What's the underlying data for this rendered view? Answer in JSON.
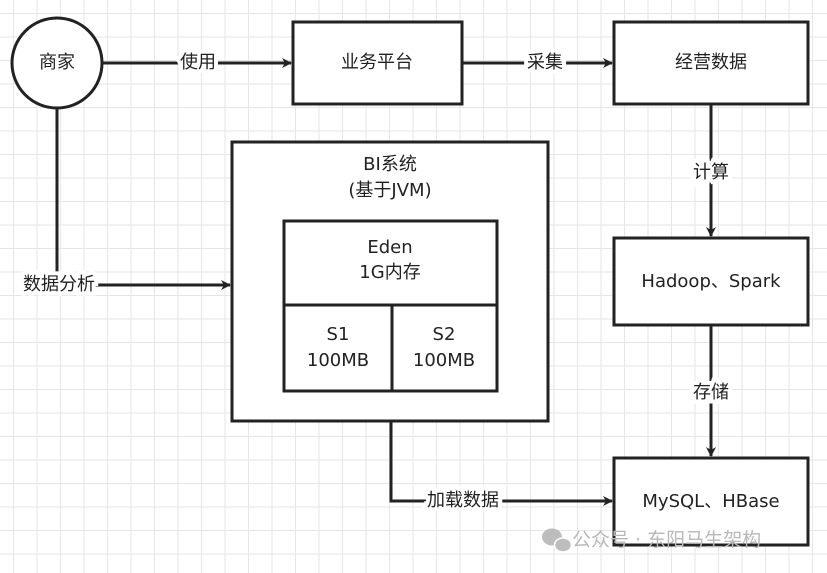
{
  "nodes": {
    "merchant": "商家",
    "business_platform": "业务平台",
    "operating_data": "经营数据",
    "hadoop_spark": "Hadoop、Spark",
    "mysql_hbase": "MySQL、HBase",
    "bi_system_title": "BI系统",
    "bi_system_subtitle": "(基于JVM)",
    "eden_title": "Eden",
    "eden_size": "1G内存",
    "s1_title": "S1",
    "s1_size": "100MB",
    "s2_title": "S2",
    "s2_size": "100MB"
  },
  "edges": {
    "use": "使用",
    "collect": "采集",
    "compute": "计算",
    "store": "存储",
    "data_analysis": "数据分析",
    "load_data": "加载数据"
  },
  "watermark": {
    "icon": "wechat-icon",
    "text": "公众号 · 东阳马生架构"
  }
}
